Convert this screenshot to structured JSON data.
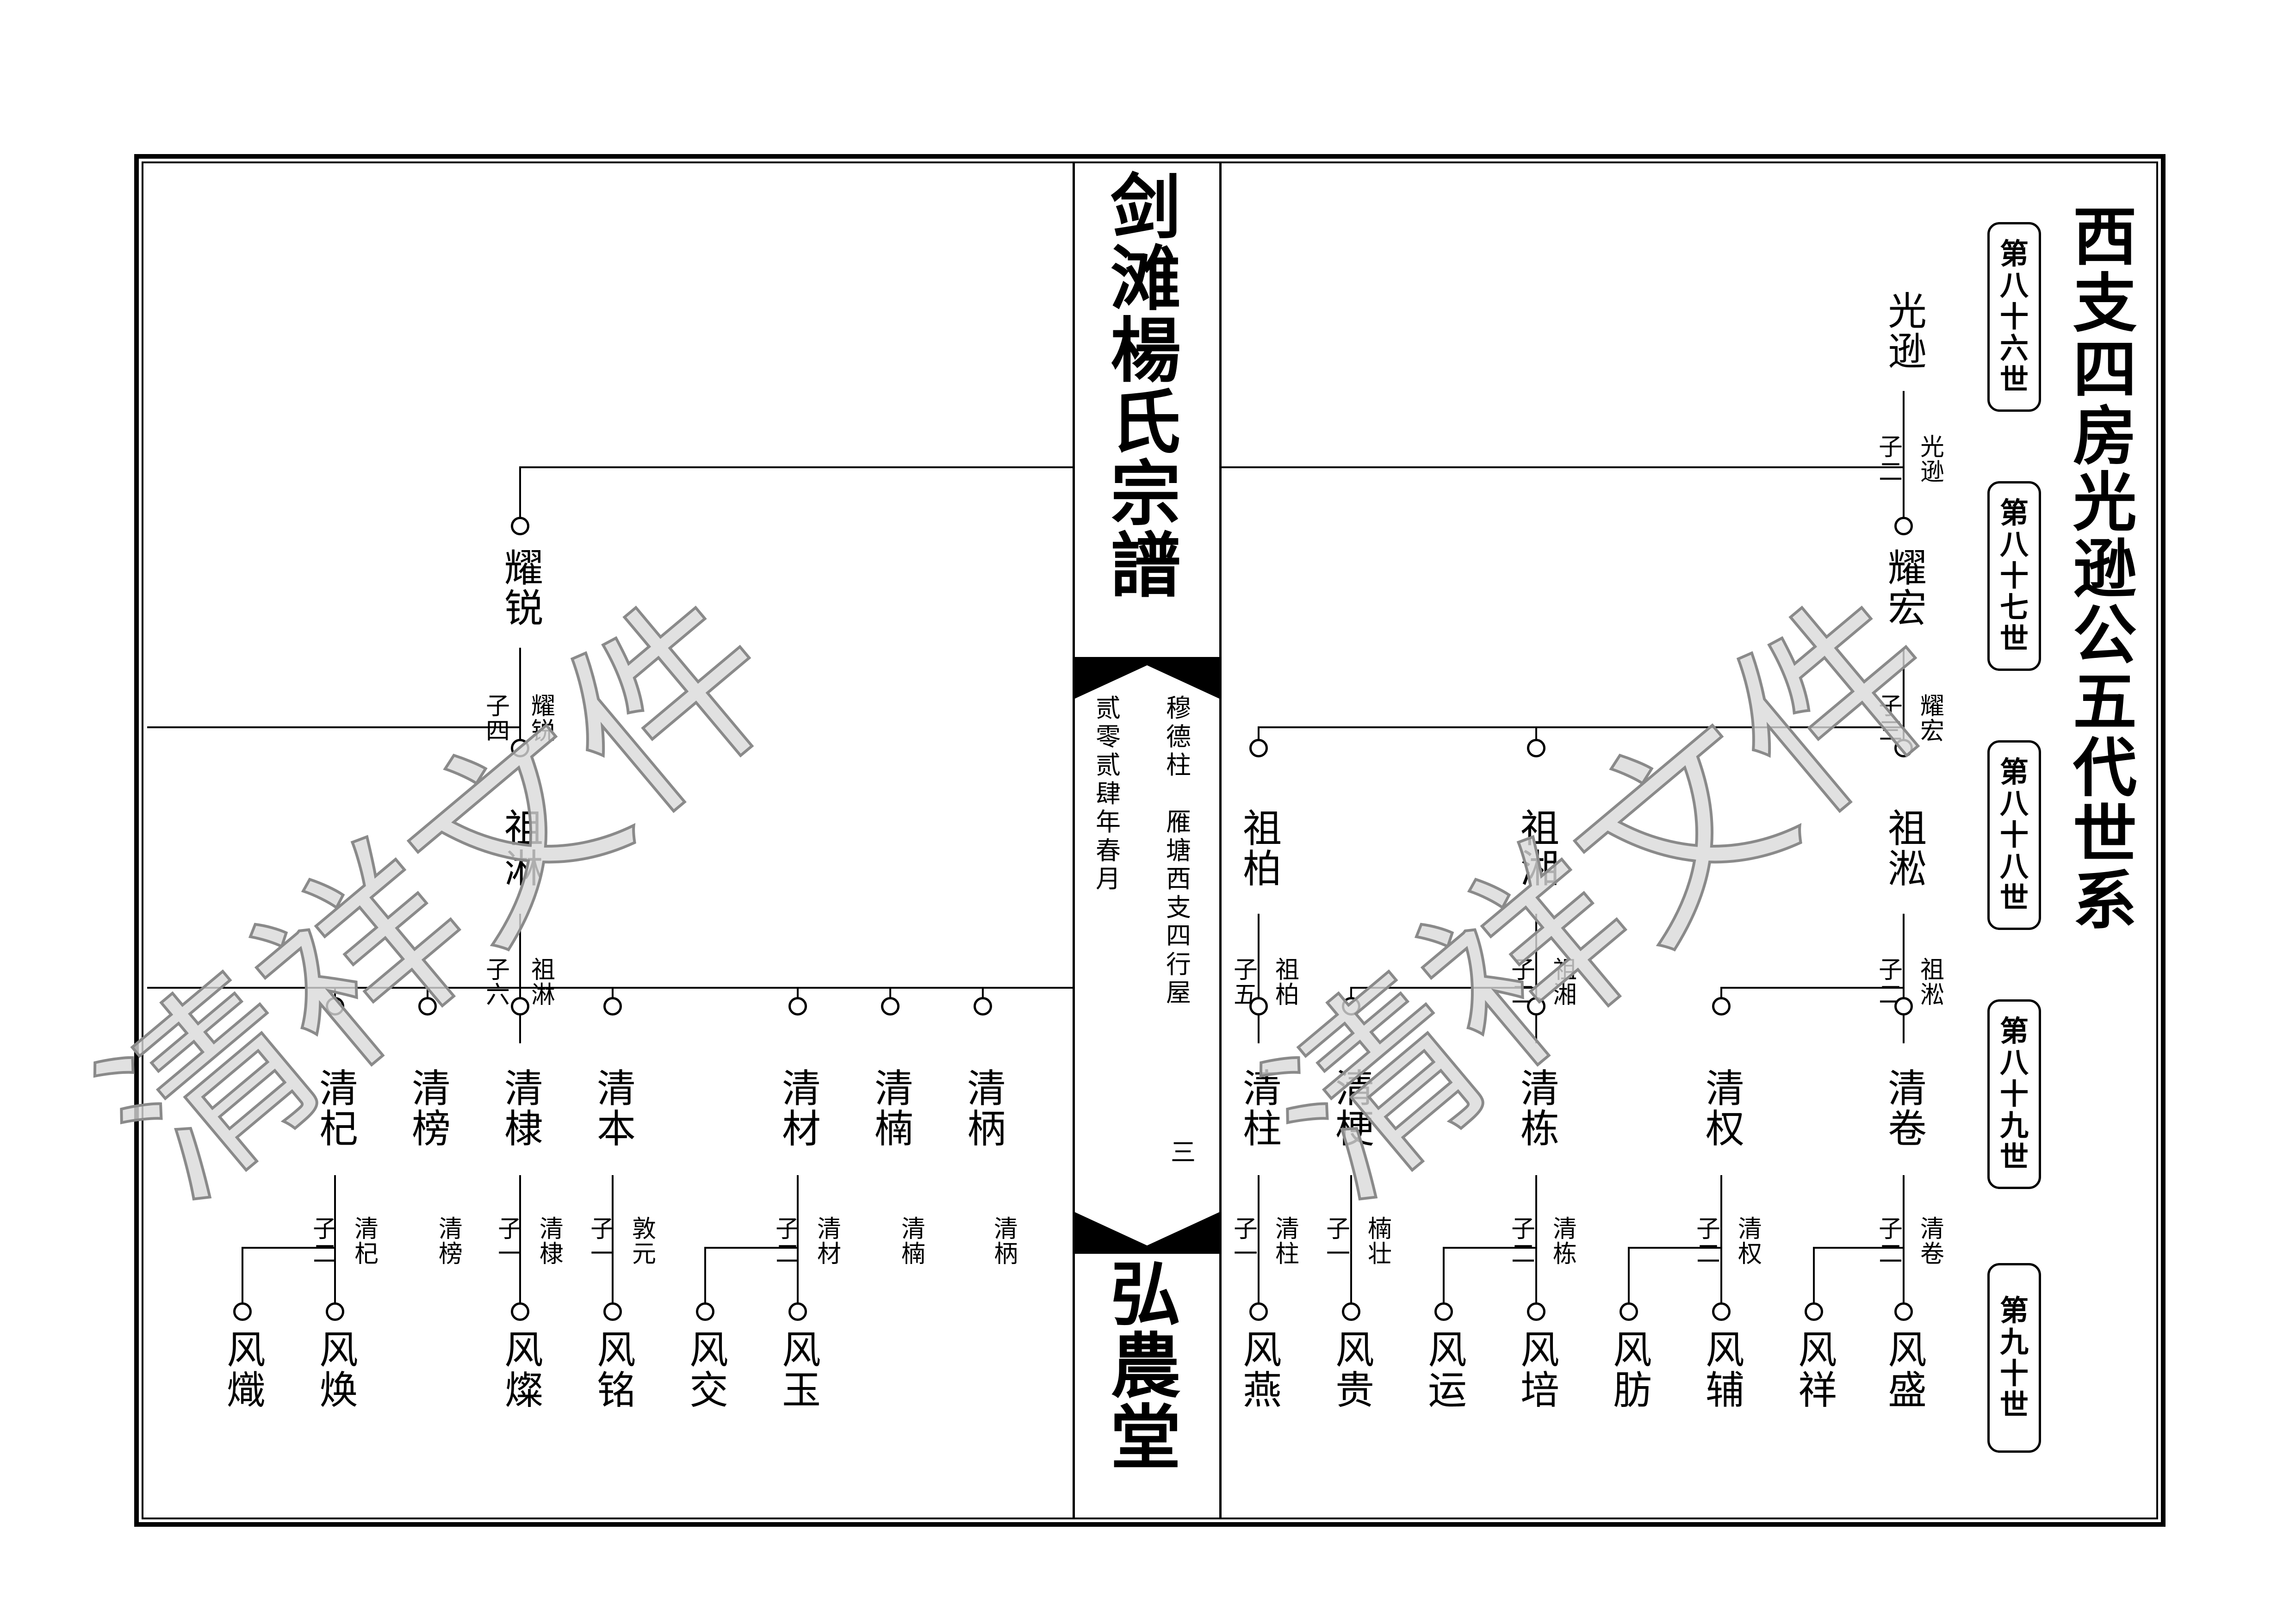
{
  "page_title": "西支四房光逊公五代世系",
  "book_title": "剑滩楊氏宗譜",
  "hall_name": "弘農堂",
  "center_info": {
    "col1": "穆德柱　雁塘西支四行屋",
    "col2": "贰零贰肆年春月",
    "page_number": "三"
  },
  "watermark": "清祥文件",
  "generations": [
    "第八十六世",
    "第八十七世",
    "第八十八世",
    "第八十九世",
    "第九十世"
  ],
  "gen86": [
    {
      "name": "光逊"
    }
  ],
  "gen87": [
    {
      "name": "耀宏",
      "father": "光逊",
      "sons": "子二"
    },
    {
      "name": "耀锐",
      "father": "",
      "sons": ""
    }
  ],
  "gen88": [
    {
      "name": "祖淞",
      "father": "耀宏",
      "sons": "子三"
    },
    {
      "name": "祖湘",
      "father": "",
      "sons": ""
    },
    {
      "name": "祖柏",
      "father": "",
      "sons": ""
    },
    {
      "name": "祖淋",
      "father": "耀锐",
      "sons": "子四"
    }
  ],
  "gen89": [
    {
      "name": "清卷",
      "father": "祖淞",
      "sons": "子二"
    },
    {
      "name": "清权",
      "father": "",
      "sons": ""
    },
    {
      "name": "清栋",
      "father": "祖湘",
      "sons": "子二"
    },
    {
      "name": "清梗",
      "father": "",
      "sons": ""
    },
    {
      "name": "清柱",
      "father": "祖柏",
      "sons": "子五"
    },
    {
      "name": "清柄",
      "father": "",
      "sons": ""
    },
    {
      "name": "清楠",
      "father": "",
      "sons": ""
    },
    {
      "name": "清材",
      "father": "",
      "sons": ""
    },
    {
      "name": "清本",
      "father": "",
      "sons": ""
    },
    {
      "name": "清棣",
      "father": "",
      "sons": ""
    },
    {
      "name": "清榜",
      "father": "",
      "sons": ""
    },
    {
      "name": "清杞",
      "father": "祖淋",
      "sons": "子六"
    }
  ],
  "gen90_notes": [
    {
      "father": "清卷",
      "sons": "子二"
    },
    {
      "father": "清权",
      "sons": "子二"
    },
    {
      "father": "清栋",
      "sons": "子二"
    },
    {
      "father": "楠壮",
      "sons": "子一"
    },
    {
      "father": "清柱",
      "sons": "子一"
    },
    {
      "father": "清柄",
      "sons": ""
    },
    {
      "father": "清楠",
      "sons": ""
    },
    {
      "father": "清材",
      "sons": "子二"
    },
    {
      "father": "敦元",
      "sons": "子一"
    },
    {
      "father": "清棣",
      "sons": "子一"
    },
    {
      "father": "清榜",
      "sons": ""
    },
    {
      "father": "清杞",
      "sons": "子二"
    }
  ],
  "gen90": [
    {
      "name": "风盛"
    },
    {
      "name": "风祥"
    },
    {
      "name": "风辅"
    },
    {
      "name": "风肪"
    },
    {
      "name": "风培"
    },
    {
      "name": "风运"
    },
    {
      "name": "风贵"
    },
    {
      "name": "风燕"
    },
    {
      "name": "风玉"
    },
    {
      "name": "风交"
    },
    {
      "name": "风铭"
    },
    {
      "name": "风燦"
    },
    {
      "name": "风焕"
    },
    {
      "name": "风熾"
    }
  ]
}
